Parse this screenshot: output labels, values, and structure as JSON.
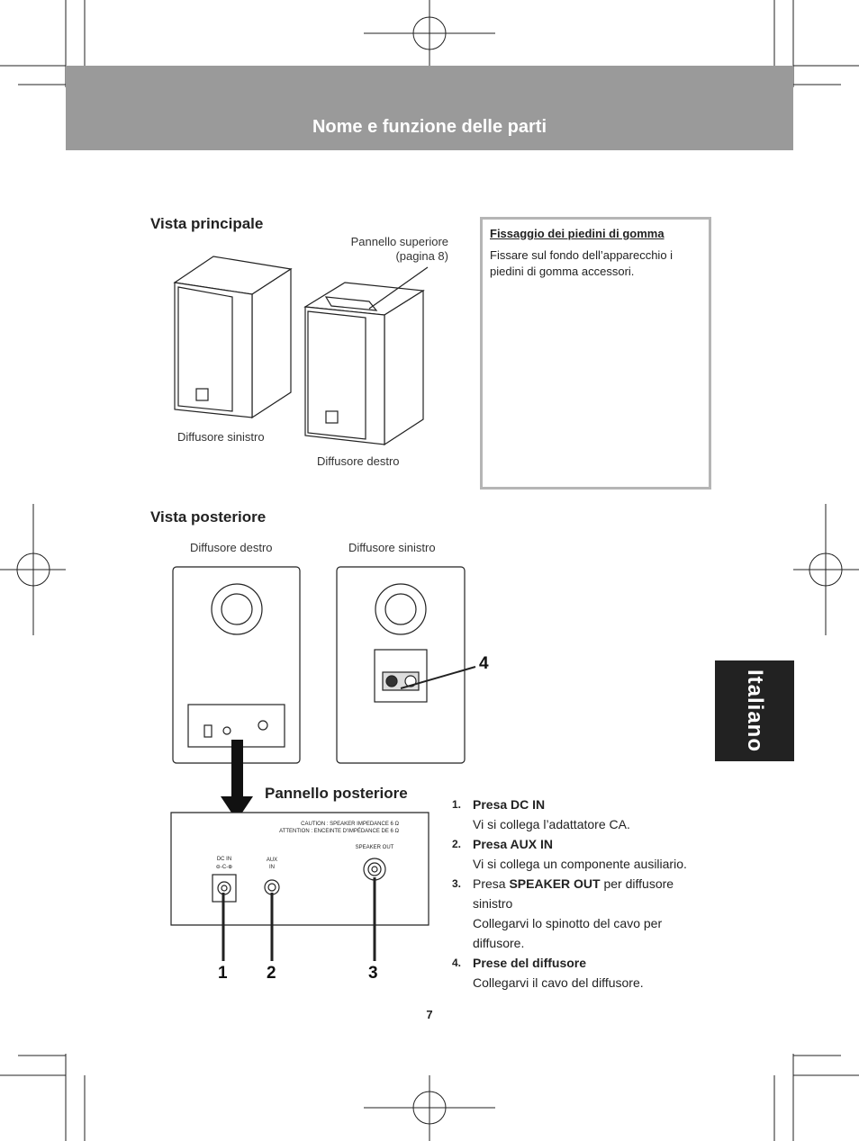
{
  "header": {
    "title": "Nome e funzione delle parti"
  },
  "main_view": {
    "title": "Vista principale",
    "top_panel_label_line1": "Pannello superiore",
    "top_panel_label_line2": "(pagina 8)",
    "left_speaker": "Diffusore sinistro",
    "right_speaker": "Diffusore destro"
  },
  "rubber_feet": {
    "title": "Fissaggio dei piedini di gomma",
    "text": "Fissare sul fondo dell’apparecchio i piedini di gomma accessori."
  },
  "rear_view": {
    "title": "Vista posteriore",
    "right_speaker": "Diffusore destro",
    "left_speaker": "Diffusore sinistro",
    "panel_title": "Pannello posteriore",
    "caution_line1": "CAUTION : SPEAKER IMPEDANCE 6 Ω",
    "caution_line2": "ATTENTION : ENCEINTE D'IMPÉDANCE DE 6 Ω",
    "dc_in_label": "DC IN",
    "aux_label1": "AUX",
    "aux_label2": "IN",
    "speaker_out_label": "SPEAKER OUT",
    "callouts": [
      "1",
      "2",
      "3",
      "4"
    ]
  },
  "parts": [
    {
      "num": "1.",
      "pre": "Presa ",
      "bold": "DC IN",
      "post": "",
      "desc": "Vi si collega l’adattatore CA.",
      "all_bold": true
    },
    {
      "num": "2.",
      "pre": "Presa ",
      "bold": "AUX IN",
      "post": "",
      "desc": "Vi si collega un componente ausiliario.",
      "all_bold": true
    },
    {
      "num": "3.",
      "pre": "Presa ",
      "bold": "SPEAKER OUT",
      "post": " per diffusore sinistro",
      "desc": "Collegarvi lo spinotto del cavo per diffusore.",
      "all_bold": false
    },
    {
      "num": "4.",
      "pre": "",
      "bold": "Prese del diffusore",
      "post": "",
      "desc": "Collegarvi il cavo del diffusore.",
      "all_bold": true
    }
  ],
  "language_tab": "Italiano",
  "page_number": "7"
}
